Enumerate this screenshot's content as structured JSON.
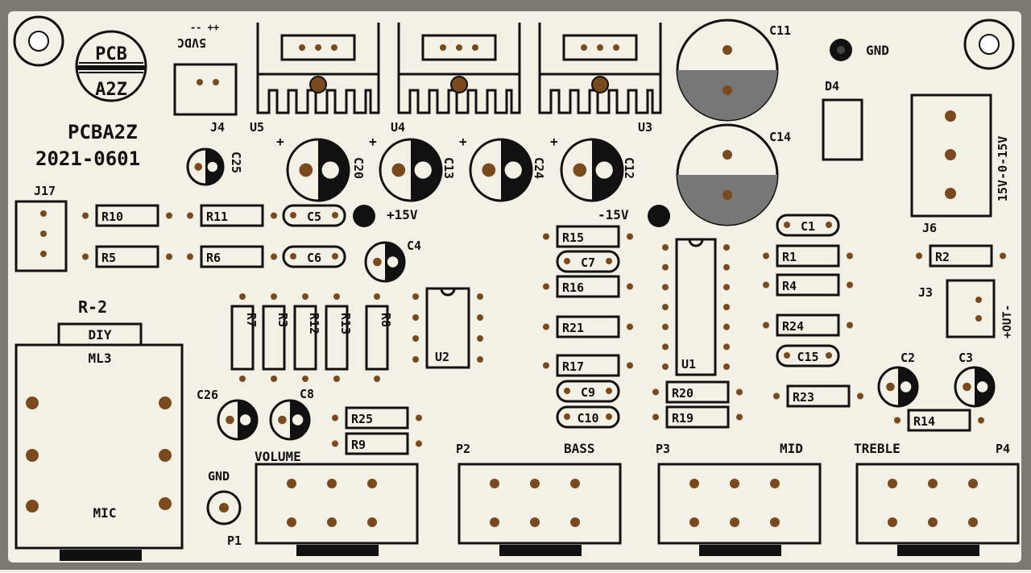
{
  "board": {
    "brand": "PCBA2Z",
    "logo_top": "PCB",
    "logo_bottom": "A2Z",
    "date_code": "2021-0601",
    "power_label": "5VDC",
    "power_polarity": "-- ++",
    "gnd_label": "GND",
    "module": {
      "name": "R-2",
      "tag": "DIY",
      "model": "ML3",
      "mic": "MIC"
    },
    "rails": {
      "pos": "+15V",
      "neg": "-15V"
    },
    "transformer": "15V-0-15V",
    "output": "+OUT-",
    "colors": {
      "board": "#f1eee3",
      "ink": "#111111",
      "pad": "#7a4a1e"
    }
  },
  "components": {
    "connectors": [
      "J4",
      "J17",
      "J6",
      "J3"
    ],
    "regulators": [
      "U5",
      "U4",
      "U3"
    ],
    "ics": [
      "U2",
      "U1"
    ],
    "diode": "D4",
    "resistors": [
      "R10",
      "R11",
      "R5",
      "R6",
      "R15",
      "R16",
      "R21",
      "R17",
      "R20",
      "R19",
      "R1",
      "R4",
      "R24",
      "R2",
      "R23",
      "R14",
      "R25",
      "R9",
      "R7",
      "R3",
      "R12",
      "R13",
      "R8"
    ],
    "capacitors": [
      "C5",
      "C6",
      "C7",
      "C9",
      "C10",
      "C1",
      "C15",
      "C11",
      "C14",
      "C20",
      "C13",
      "C24",
      "C12",
      "C25",
      "C4",
      "C26",
      "C8",
      "C2",
      "C3"
    ],
    "pots": [
      {
        "ref": "P1",
        "label": "VOLUME"
      },
      {
        "ref": "P2",
        "label": "BASS"
      },
      {
        "ref": "P3",
        "label": "MID"
      },
      {
        "ref": "P4",
        "label": "TREBLE"
      }
    ]
  }
}
